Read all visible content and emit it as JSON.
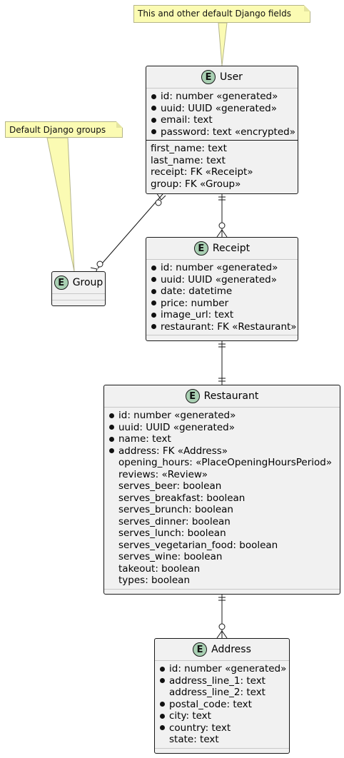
{
  "notes": {
    "user_note": "This and other default Django fields",
    "group_note": "Default Django groups"
  },
  "entities": {
    "user": {
      "badge": "E",
      "name": "User",
      "keys": [
        "id: number «generated»",
        "uuid: UUID «generated»",
        "email: text",
        "password: text «encrypted»"
      ],
      "fields": [
        "first_name: text",
        "last_name: text",
        "receipt: FK «Receipt»",
        "group: FK «Group»"
      ]
    },
    "group": {
      "badge": "E",
      "name": "Group"
    },
    "receipt": {
      "badge": "E",
      "name": "Receipt",
      "keys": [
        "id: number «generated»",
        "uuid: UUID «generated»",
        "date: datetime",
        "price: number",
        "image_url: text",
        "restaurant: FK «Restaurant»"
      ]
    },
    "restaurant": {
      "badge": "E",
      "name": "Restaurant",
      "keys": [
        "id: number «generated»",
        "uuid: UUID «generated»",
        "name: text",
        "address: FK «Address»"
      ],
      "fields": [
        "opening_hours: «PlaceOpeningHoursPeriod»",
        "reviews: «Review»",
        "serves_beer: boolean",
        "serves_breakfast: boolean",
        "serves_brunch: boolean",
        "serves_dinner: boolean",
        "serves_lunch: boolean",
        "serves_vegetarian_food: boolean",
        "serves_wine: boolean",
        "takeout: boolean",
        "types: boolean"
      ]
    },
    "address": {
      "badge": "E",
      "name": "Address",
      "rows": [
        {
          "text": "id: number «generated»",
          "required": true
        },
        {
          "text": "address_line_1: text",
          "required": true
        },
        {
          "text": "address_line_2: text",
          "required": false
        },
        {
          "text": "postal_code: text",
          "required": true
        },
        {
          "text": "city: text",
          "required": true
        },
        {
          "text": "country: text",
          "required": true
        },
        {
          "text": "state: text",
          "required": false
        }
      ]
    }
  },
  "colors": {
    "entity_fill": "#f1f1f1",
    "entity_border": "#181818",
    "badge_fill": "#a9d0b3",
    "note_fill": "#fbfbb3"
  }
}
